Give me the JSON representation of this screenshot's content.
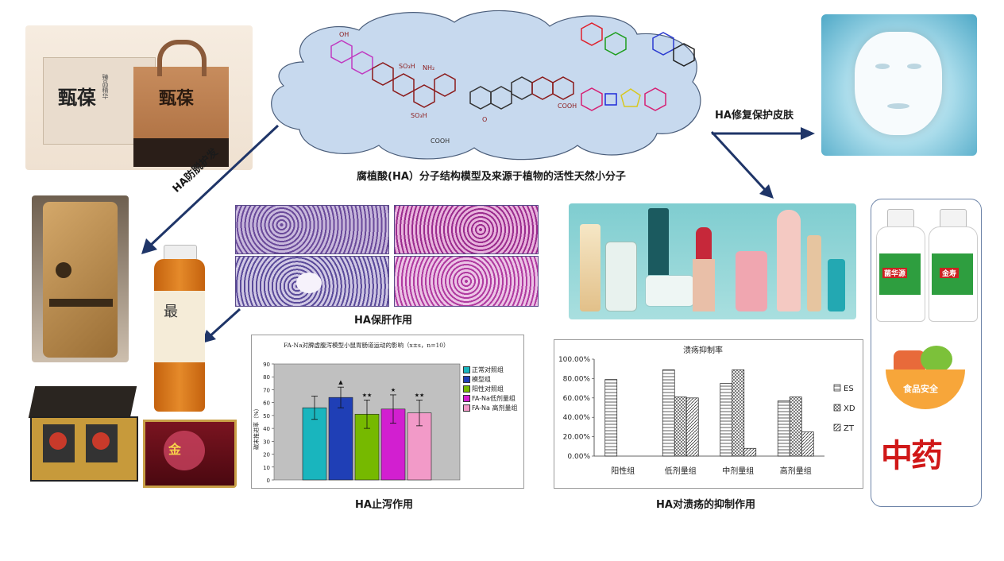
{
  "captions": {
    "main": "腐植酸(HA）分子结构模型及来源于植物的活性天然小分子",
    "repair": "HA修复保护皮肤",
    "hair": "HA防脱护发",
    "liver": "HA保肝作用",
    "diarrhea": "HA止泻作用",
    "ulcer": "HA对溃疡的抑制作用"
  },
  "packaging": {
    "brand": "甄葆",
    "sub": "臻品精华"
  },
  "side_panel": {
    "food_safety": "食品安全",
    "tcm": "中药",
    "bottle1": "菌华源",
    "bottle2": "金寿"
  },
  "chart_data": [
    {
      "type": "bar",
      "title": "FA-Na对脾虚腹泻模型小鼠胃肠道运动的影响（x±s，n=10）",
      "xlabel": "",
      "ylabel": "碳末推进率（%）",
      "ylim": [
        0,
        90
      ],
      "yticks": [
        0,
        10,
        20,
        30,
        40,
        50,
        60,
        70,
        80,
        90
      ],
      "categories": [
        "正常对照组",
        "模型组",
        "阳性对照组",
        "FA-Na低剂量组",
        "FA-Na 高剂量组"
      ],
      "values": [
        56,
        64,
        51,
        55,
        52
      ],
      "errors": [
        9,
        8,
        11,
        11,
        10
      ],
      "marks": [
        "",
        "▲",
        "★★",
        "★",
        "★★"
      ],
      "colors": [
        "#19b5be",
        "#1f3fb6",
        "#76b900",
        "#d21fd0",
        "#f29ac8"
      ],
      "legend": [
        "正常对照组",
        "模型组",
        "阳性对照组",
        "FA-Na低剂量组",
        "FA-Na 高剂量组"
      ],
      "legend_position": "right"
    },
    {
      "type": "bar",
      "title": "溃疡抑制率",
      "xlabel": "",
      "ylabel": "",
      "ylim": [
        0,
        1
      ],
      "yticks": [
        "0.00%",
        "20.00%",
        "40.00%",
        "60.00%",
        "80.00%",
        "100.00%"
      ],
      "categories": [
        "阳性组",
        "低剂量组",
        "中剂量组",
        "高剂量组"
      ],
      "series": [
        {
          "name": "ES",
          "values": [
            0.79,
            0.89,
            0.75,
            0.57
          ]
        },
        {
          "name": "XD",
          "values": [
            null,
            0.61,
            0.89,
            0.61
          ]
        },
        {
          "name": "ZT",
          "values": [
            null,
            0.6,
            0.08,
            0.25
          ]
        }
      ],
      "legend_position": "right"
    }
  ]
}
